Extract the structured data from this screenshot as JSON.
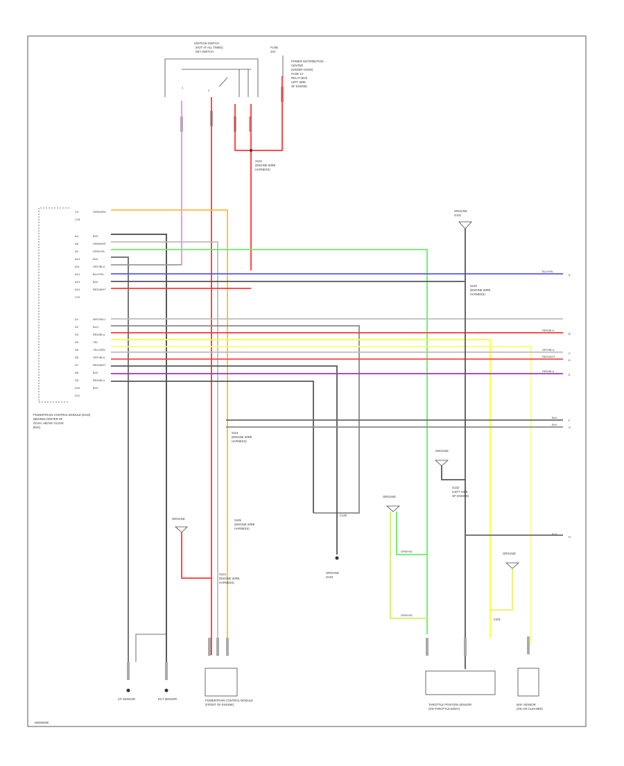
{
  "diagram_id": "W0000000",
  "colors": {
    "pink": "#ee88ee",
    "red": "#ff3333",
    "orange": "#ffbb33",
    "yellow": "#ffff33",
    "green": "#66ee66",
    "blue": "#5555ff",
    "purple": "#9933cc",
    "black": "#333333",
    "gray": "#999999",
    "white_wire": "#bbbbbb"
  },
  "ecm_label": "POWERTRAIN CONTROL MODULE (ECM)",
  "top_labels": {
    "ign_switch": "IGNITION SWITCH",
    "fuse": "FUSE",
    "power_dist": "POWER DISTRIBUTION"
  },
  "ground_labels": [
    "GROUND",
    "GROUND",
    "GROUND",
    "GROUND",
    "GROUND"
  ],
  "bottom_connectors": [
    "IAT SENSOR",
    "ECT SENSOR",
    "POWERTRAIN CONTROL MODULE",
    "THROTTLE POSITION SENSOR",
    "MAF SENSOR"
  ]
}
